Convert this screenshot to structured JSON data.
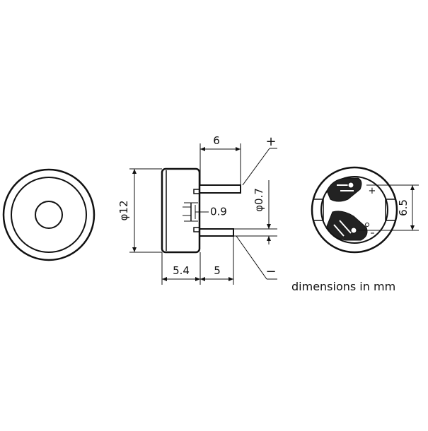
{
  "labels": {
    "width_top": "6",
    "plus_terminal": "+",
    "minus_terminal": "−",
    "diameter_body": "φ12",
    "diameter_pin": "φ0.7",
    "pin_thickness": "0.9",
    "depth_body": "5.4",
    "depth_pin": "5",
    "pin_spacing": "6.5",
    "back_plus": "+"
  },
  "caption": "dimensions in mm",
  "colors": {
    "line": "#111111",
    "background": "#ffffff"
  }
}
